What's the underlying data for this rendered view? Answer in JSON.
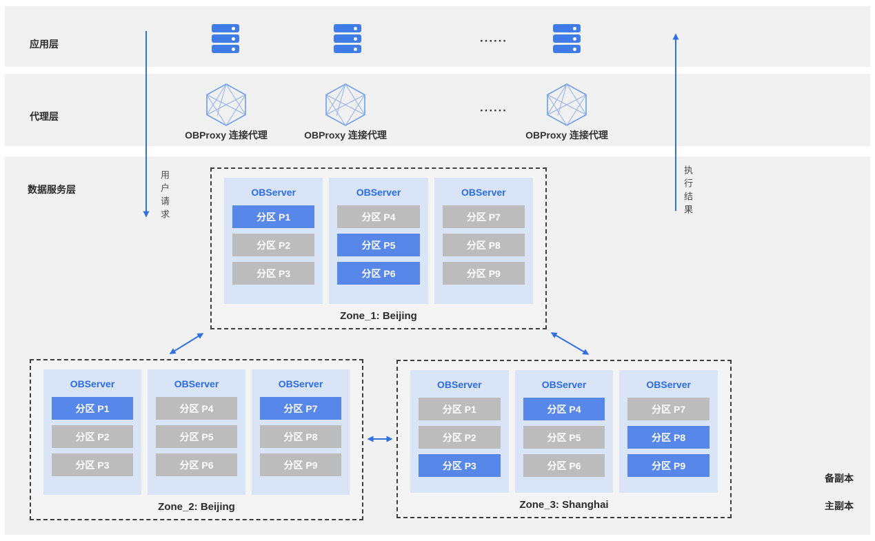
{
  "layers": {
    "application": {
      "label": "应用层"
    },
    "proxy": {
      "label": "代理层",
      "node_label": "OBProxy 连接代理"
    },
    "data_service": {
      "label": "数据服务层"
    }
  },
  "ellipsis": "······",
  "flow": {
    "request": "用户请求",
    "result": "执行结果"
  },
  "zones": [
    {
      "name": "Zone_1: Beijing",
      "servers": [
        {
          "title": "OBServer",
          "partitions": [
            {
              "label": "分区 P1",
              "role": "primary"
            },
            {
              "label": "分区 P2",
              "role": "backup"
            },
            {
              "label": "分区 P3",
              "role": "backup"
            }
          ]
        },
        {
          "title": "OBServer",
          "partitions": [
            {
              "label": "分区 P4",
              "role": "backup"
            },
            {
              "label": "分区 P5",
              "role": "primary"
            },
            {
              "label": "分区 P6",
              "role": "primary"
            }
          ]
        },
        {
          "title": "OBServer",
          "partitions": [
            {
              "label": "分区 P7",
              "role": "backup"
            },
            {
              "label": "分区 P8",
              "role": "backup"
            },
            {
              "label": "分区 P9",
              "role": "backup"
            }
          ]
        }
      ]
    },
    {
      "name": "Zone_2: Beijing",
      "servers": [
        {
          "title": "OBServer",
          "partitions": [
            {
              "label": "分区 P1",
              "role": "primary"
            },
            {
              "label": "分区 P2",
              "role": "backup"
            },
            {
              "label": "分区 P3",
              "role": "backup"
            }
          ]
        },
        {
          "title": "OBServer",
          "partitions": [
            {
              "label": "分区 P4",
              "role": "backup"
            },
            {
              "label": "分区 P5",
              "role": "backup"
            },
            {
              "label": "分区 P6",
              "role": "backup"
            }
          ]
        },
        {
          "title": "OBServer",
          "partitions": [
            {
              "label": "分区 P7",
              "role": "primary"
            },
            {
              "label": "分区 P8",
              "role": "backup"
            },
            {
              "label": "分区 P9",
              "role": "backup"
            }
          ]
        }
      ]
    },
    {
      "name": "Zone_3: Shanghai",
      "servers": [
        {
          "title": "OBServer",
          "partitions": [
            {
              "label": "分区 P1",
              "role": "backup"
            },
            {
              "label": "分区 P2",
              "role": "backup"
            },
            {
              "label": "分区 P3",
              "role": "primary"
            }
          ]
        },
        {
          "title": "OBServer",
          "partitions": [
            {
              "label": "分区 P4",
              "role": "primary"
            },
            {
              "label": "分区 P5",
              "role": "backup"
            },
            {
              "label": "分区 P6",
              "role": "backup"
            }
          ]
        },
        {
          "title": "OBServer",
          "partitions": [
            {
              "label": "分区 P7",
              "role": "backup"
            },
            {
              "label": "分区 P8",
              "role": "primary"
            },
            {
              "label": "分区 P9",
              "role": "primary"
            }
          ]
        }
      ]
    }
  ],
  "legend": [
    {
      "label": "备副本",
      "role": "backup",
      "color": "#bcbcbc"
    },
    {
      "label": "主副本",
      "role": "primary",
      "color": "#5687e9"
    }
  ],
  "colors": {
    "primary_replica": "#5687e9",
    "backup_replica": "#bcbcbc",
    "observer_card_bg": "#d9e4f6",
    "band_bg": "#f1f1f2",
    "arrow_blue": "#2f6fe0",
    "observer_title_blue": "#2b6ce6",
    "server_icon_blue": "#3f7ce8"
  }
}
